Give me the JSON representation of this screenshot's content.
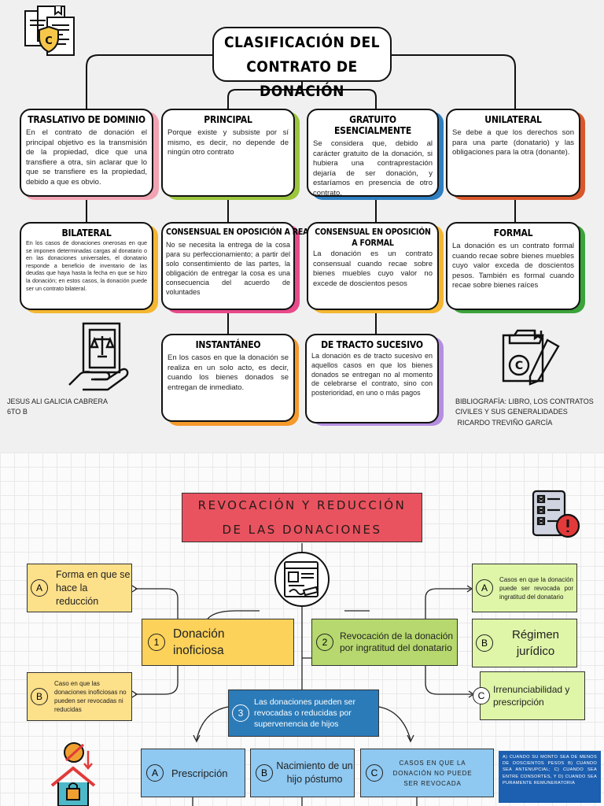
{
  "top": {
    "title": [
      "CLASIFICACIÓN DEL",
      "CONTRATO DE DONACIÓN"
    ],
    "boxes": {
      "traslativo": {
        "heading": "TRASLATIVO DE DOMINIO",
        "text": "En el contrato de donación el principal objetivo es la transmisión de la propiedad, dice que una transfiere a otra, sin aclarar que lo que se transfiere es la propiedad, debido a que es obvio.",
        "color": "#f2a3b3"
      },
      "principal": {
        "heading": "PRINCIPAL",
        "text": "Porque existe y subsiste por sí mismo, es decir, no depende de ningún otro contrato",
        "color": "#9bc53d"
      },
      "gratuito": {
        "heading": "GRATUITO ESENCIALMENTE",
        "text": "Se considera que, debido al carácter gratuito de la donación, si hubiera una contraprestación dejaría de ser donación, y estaríamos en presencia de otro contrato.",
        "color": "#2f7fc1"
      },
      "unilateral": {
        "heading": "UNILATERAL",
        "text": "Se debe a que los derechos son para una parte (donatario) y las obligaciones para la otra (donante).",
        "color": "#d9572b"
      },
      "bilateral": {
        "heading": "BILATERAL",
        "text": "En los casos de donaciones onerosas en que se imponen determinadas cargas al donatario o en las donaciones universales, el donatario responde a beneficio de inventario de las deudas que haya hasta la fecha en que se hizo la donación; en estos casos, la donación puede ser un contrato bilateral.",
        "color": "#f5b731"
      },
      "consensual_real": {
        "heading": "CONSENSUAL EN OPOSICIÓN A REAL",
        "text": "No se necesita la entrega de la cosa para su perfeccionamiento; a partir del solo consentimiento de las partes, la obligación de entregar la cosa es una consecuencia del acuerdo de voluntades",
        "color": "#e84a8a"
      },
      "consensual_formal": {
        "heading1": "CONSENSUAL EN OPOSICIÓN",
        "heading2": "A FORMAL",
        "text": "La donación es un contrato consensual cuando recae sobre bienes muebles cuyo valor no excede de doscientos pesos",
        "color": "#f5b731"
      },
      "formal": {
        "heading": "FORMAL",
        "text": "La donación es un contrato formal cuando recae sobre bienes muebles cuyo valor exceda de doscientos pesos. También es formal cuando recae sobre bienes raíces",
        "color": "#3aa33a"
      },
      "instantaneo": {
        "heading": "INSTANTÁNEO",
        "text": "En los casos en que la donación se realiza en un solo acto, es decir, cuando los bienes donados se entregan de inmediato.",
        "color": "#f59a2b"
      },
      "sucesivo": {
        "heading": "DE TRACTO SUCESIVO",
        "text": "La donación es de tracto sucesivo en aquellos casos en que los bienes donados se entregan no al momento de celebrarse el contrato, sino con posterioridad, en uno o más pagos",
        "color": "#b48fe0"
      }
    },
    "author": [
      "JESUS ALI GALICIA CABRERA",
      "6TO B"
    ],
    "bibliography": [
      "BIBLIOGRAFÍA: LIBRO, LOS CONTRATOS",
      "CIVILES Y SUS GENERALIDADES",
      " RICARDO TREVIÑO GARCÍA"
    ]
  },
  "bottom": {
    "title": [
      "REVOCACIÓN Y REDUCCIÓN",
      "DE LAS DONACIONES"
    ],
    "n1": {
      "num": "1",
      "label": "Donación inoficiosa"
    },
    "n2": {
      "num": "2",
      "label": "Revocación de la donación por ingratitud del donatario"
    },
    "n3": {
      "num": "3",
      "label": "Las donaciones pueden ser revocadas o reducidas por supervenencia de hijos"
    },
    "l_a": {
      "letter": "A",
      "label": "Forma en que se hace la reducción"
    },
    "l_b": {
      "letter": "B",
      "label": "Caso en que las donaciones inoficiosas no pueden ser revocadas ni reducidas"
    },
    "r_a": {
      "letter": "A",
      "label": "Casos en que la donación puede ser revocada por ingratitud del donatario"
    },
    "r_b": {
      "letter": "B",
      "label": "Régimen jurídico"
    },
    "r_c": {
      "letter": "C",
      "label": "Irrenunciabilidad y prescripción"
    },
    "c_a": {
      "letter": "A",
      "label": "Prescripción"
    },
    "c_b": {
      "letter": "B",
      "label": "Nacimiento de un hijo póstumo"
    },
    "c_c": {
      "letter": "C",
      "label": "CASOS EN QUE LA DONACIÓN NO PUEDE SER REVOCADA"
    },
    "c_note": "A) CUANDO SU MONTO SEA DE MENOS DE DOSCIENTOS PESOS B) CUANDO SEA ANTENUPCIAL; C) CUANDO SEA ENTRE CONSORTES, Y D) CUANDO SEA PURAMENTE REMUNERATORIA",
    "colors": {
      "red": "#e9535f",
      "yellow": "#fde08a",
      "orange": "#fcd25a",
      "green": "#b6d86e",
      "lightgreen": "#dff5a8",
      "blue": "#2b7bb9",
      "lightblue": "#8fc8f0",
      "darkblue": "#1d5fb0"
    }
  }
}
